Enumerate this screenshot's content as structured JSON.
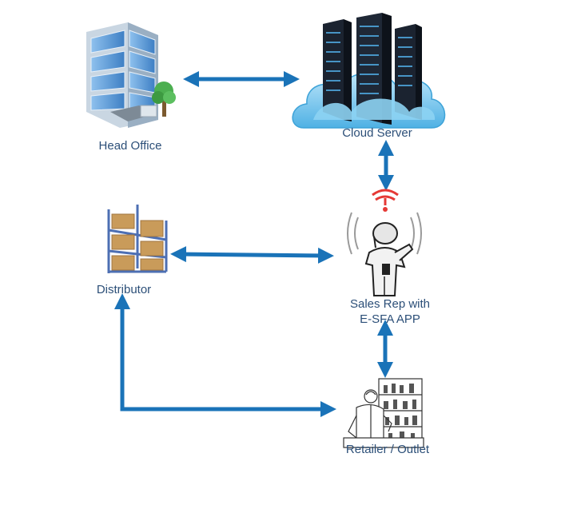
{
  "nodes": {
    "head_office": {
      "label": "Head Office",
      "icon": "office-building-icon"
    },
    "cloud_server": {
      "label": "Cloud Server",
      "icon": "server-cloud-icon"
    },
    "distributor": {
      "label": "Distributor",
      "icon": "warehouse-shelves-icon"
    },
    "sales_rep": {
      "label_line1": "Sales Rep with",
      "label_line2": "E-SFA APP",
      "icon": "sales-rep-signal-icon"
    },
    "retailer": {
      "label": "Retailer / Outlet",
      "icon": "shopkeeper-store-icon"
    }
  },
  "connections": [
    {
      "from": "Head Office",
      "to": "Cloud Server",
      "direction": "both"
    },
    {
      "from": "Cloud Server",
      "to": "Sales Rep with E-SFA APP",
      "direction": "both"
    },
    {
      "from": "Distributor",
      "to": "Sales Rep with E-SFA APP",
      "direction": "both"
    },
    {
      "from": "Sales Rep with E-SFA APP",
      "to": "Retailer / Outlet",
      "direction": "both"
    },
    {
      "from": "Distributor",
      "to": "Retailer / Outlet",
      "direction": "both"
    }
  ],
  "colors": {
    "arrow": "#1a73b8",
    "label": "#2c4f78",
    "building_glass": "#5b9bd5",
    "cloud": "#7ec8ee",
    "server": "#1b2330",
    "crate": "#c99b5a",
    "signal_alert": "#e53935"
  }
}
